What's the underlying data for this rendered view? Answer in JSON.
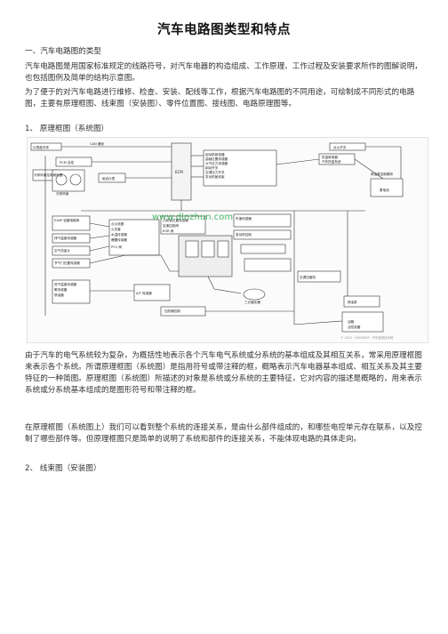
{
  "title": "汽车电路图类型和特点",
  "sections": {
    "s1_heading": "一、汽车电路图的类型",
    "p1": "汽车电路图是用国家标准规定的线路符号，对汽车电器的构造组成、工作原理、工作过程及安装要求所作的图解说明，也包括图例及简单的结构示意图。",
    "p2": "为了便于的对汽车电路进行维修、检查、安装、配线等工作，根据汽车电路图的不同用途，可绘制成不同形式的电路图，主要有原理框图、线束图（安装图）、零件位置图、接线图、电路原理图等。",
    "h1": "1、 原理框图（系统图）",
    "p3": "由于汽车的电气系统较为复杂，为概括性地表示各个汽车电气系统或分系统的基本组成及其相互关系，常采用原理框图来表示各个系统。所谓原理框图（系统图）是指用符号或带注释的框，概略表示汽车电器基本组成、相互关系及其主要特征的一种简图。原理框图（系统图）所描述的对象是系统或分系统的主要特征，它对内容的描述是概略的，用来表示系统或分系统基本组成的是图形符号和带注释的框。",
    "p4": "在原理框图（系统图上）我们可以看到整个系统的连接关系，是由什么部件组成的，和哪些电控单元存在联系，以及控制了哪些部件等。但原理框图只是简单的说明了系统和部件的连接关系，不能体现电路的具体走向。",
    "h2": "2、 线束图（安装图）"
  },
  "figure": {
    "watermark": "www.dlnzhun.com",
    "footer": "© 2010 · DIAGRAM · 汽车维修技术网",
    "labels": {
      "l01": "仪表盘内饰",
      "l02": "CAN 通信",
      "l03": "PCM 总成",
      "l04": "冷却风扇控制继电器",
      "l05": "冷却风扇",
      "l06": "组合仪表",
      "l07": "ECM",
      "l08": "点火开关",
      "l09": "防盗继电器",
      "l10": "汽车防盗系统",
      "l11": "蓄电池",
      "l12": "燃油泵控制模块",
      "l13": "起动机继电器",
      "l14": "曲轴位置传感器",
      "l15": "大气压力传感器",
      "l16": "制动开关",
      "l17": "空调压力开关",
      "l18": "发动机舱线束",
      "l19": "EVAP 炭罐电磁阀",
      "l20": "排气温度传感器",
      "l21": "空气流量计",
      "l22": "节气门位置传感器",
      "l23": "进气温度传感器",
      "l24": "氧传感器",
      "l25": "喷油器",
      "l26": "点火线圈",
      "l27": "火花塞",
      "l28": "水温传感器",
      "l29": "爆震传感器",
      "l30": "凸轮轴位置传感器",
      "l31": "怠速控制阀",
      "l32": "EGR 阀",
      "l33": "PCV 阀",
      "l34": "三元催化器",
      "l35": "油箱",
      "l36": "燃油泵",
      "l37": "活性炭罐",
      "l38": "车速传感器",
      "l39": "空调压缩机",
      "l40": "发动机控制",
      "l41": "A/F 传感器",
      "l42": "加热器控制"
    }
  }
}
